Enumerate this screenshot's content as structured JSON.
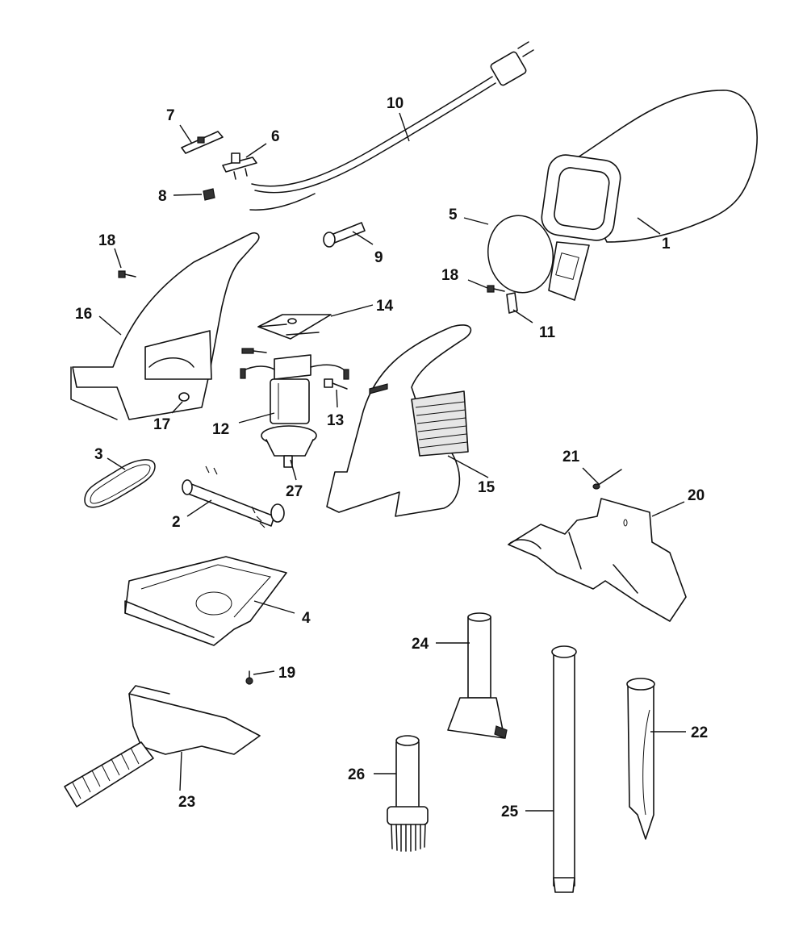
{
  "diagram": {
    "title": "",
    "type": "exploded parts diagram",
    "subject": "handheld vacuum cleaner",
    "callouts": [
      {
        "id": "c1",
        "label": "1",
        "part": "dust bag"
      },
      {
        "id": "c2",
        "label": "2",
        "part": "brush roll"
      },
      {
        "id": "c3",
        "label": "3",
        "part": "belt"
      },
      {
        "id": "c4",
        "label": "4",
        "part": "nozzle base"
      },
      {
        "id": "c5",
        "label": "5",
        "part": "bag ring / gasket"
      },
      {
        "id": "c6",
        "label": "6",
        "part": "switch"
      },
      {
        "id": "c7",
        "label": "7",
        "part": "switch button"
      },
      {
        "id": "c8",
        "label": "8",
        "part": "wire connector"
      },
      {
        "id": "c9",
        "label": "9",
        "part": "pin"
      },
      {
        "id": "c10",
        "label": "10",
        "part": "power cord"
      },
      {
        "id": "c11",
        "label": "11",
        "part": "clip"
      },
      {
        "id": "c12",
        "label": "12",
        "part": "motor"
      },
      {
        "id": "c13",
        "label": "13",
        "part": "screw"
      },
      {
        "id": "c14",
        "label": "14",
        "part": "motor bracket"
      },
      {
        "id": "c15",
        "label": "15",
        "part": "housing (right)"
      },
      {
        "id": "c16",
        "label": "16",
        "part": "housing (left)"
      },
      {
        "id": "c17",
        "label": "17",
        "part": "nut"
      },
      {
        "id": "c18a",
        "label": "18",
        "part": "screw"
      },
      {
        "id": "c18b",
        "label": "18",
        "part": "screw"
      },
      {
        "id": "c19",
        "label": "19",
        "part": "screw"
      },
      {
        "id": "c20",
        "label": "20",
        "part": "wall bracket"
      },
      {
        "id": "c21",
        "label": "21",
        "part": "mounting screw"
      },
      {
        "id": "c22",
        "label": "22",
        "part": "crevice tool"
      },
      {
        "id": "c23",
        "label": "23",
        "part": "power nozzle with hose"
      },
      {
        "id": "c24",
        "label": "24",
        "part": "upholstery tool"
      },
      {
        "id": "c25",
        "label": "25",
        "part": "extension wand"
      },
      {
        "id": "c26",
        "label": "26",
        "part": "dusting brush"
      },
      {
        "id": "c27",
        "label": "27",
        "part": "fan"
      }
    ]
  }
}
